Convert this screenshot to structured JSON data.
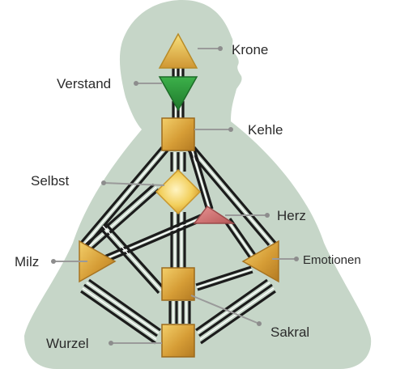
{
  "title": "",
  "centers": {
    "krone": {
      "label": "Krone"
    },
    "verstand": {
      "label": "Verstand"
    },
    "kehle": {
      "label": "Kehle"
    },
    "selbst": {
      "label": "Selbst"
    },
    "herz": {
      "label": "Herz"
    },
    "milz": {
      "label": "Milz"
    },
    "emotionen": {
      "label": "Emotionen"
    },
    "sakral": {
      "label": "Sakral"
    },
    "wurzel": {
      "label": "Wurzel"
    }
  },
  "colors": {
    "silhouette": "#c6d6c8",
    "gold": "#d9a53a",
    "green": "#2c9a3d",
    "pink": "#d67a7a",
    "channel": "#1c1c1c"
  }
}
